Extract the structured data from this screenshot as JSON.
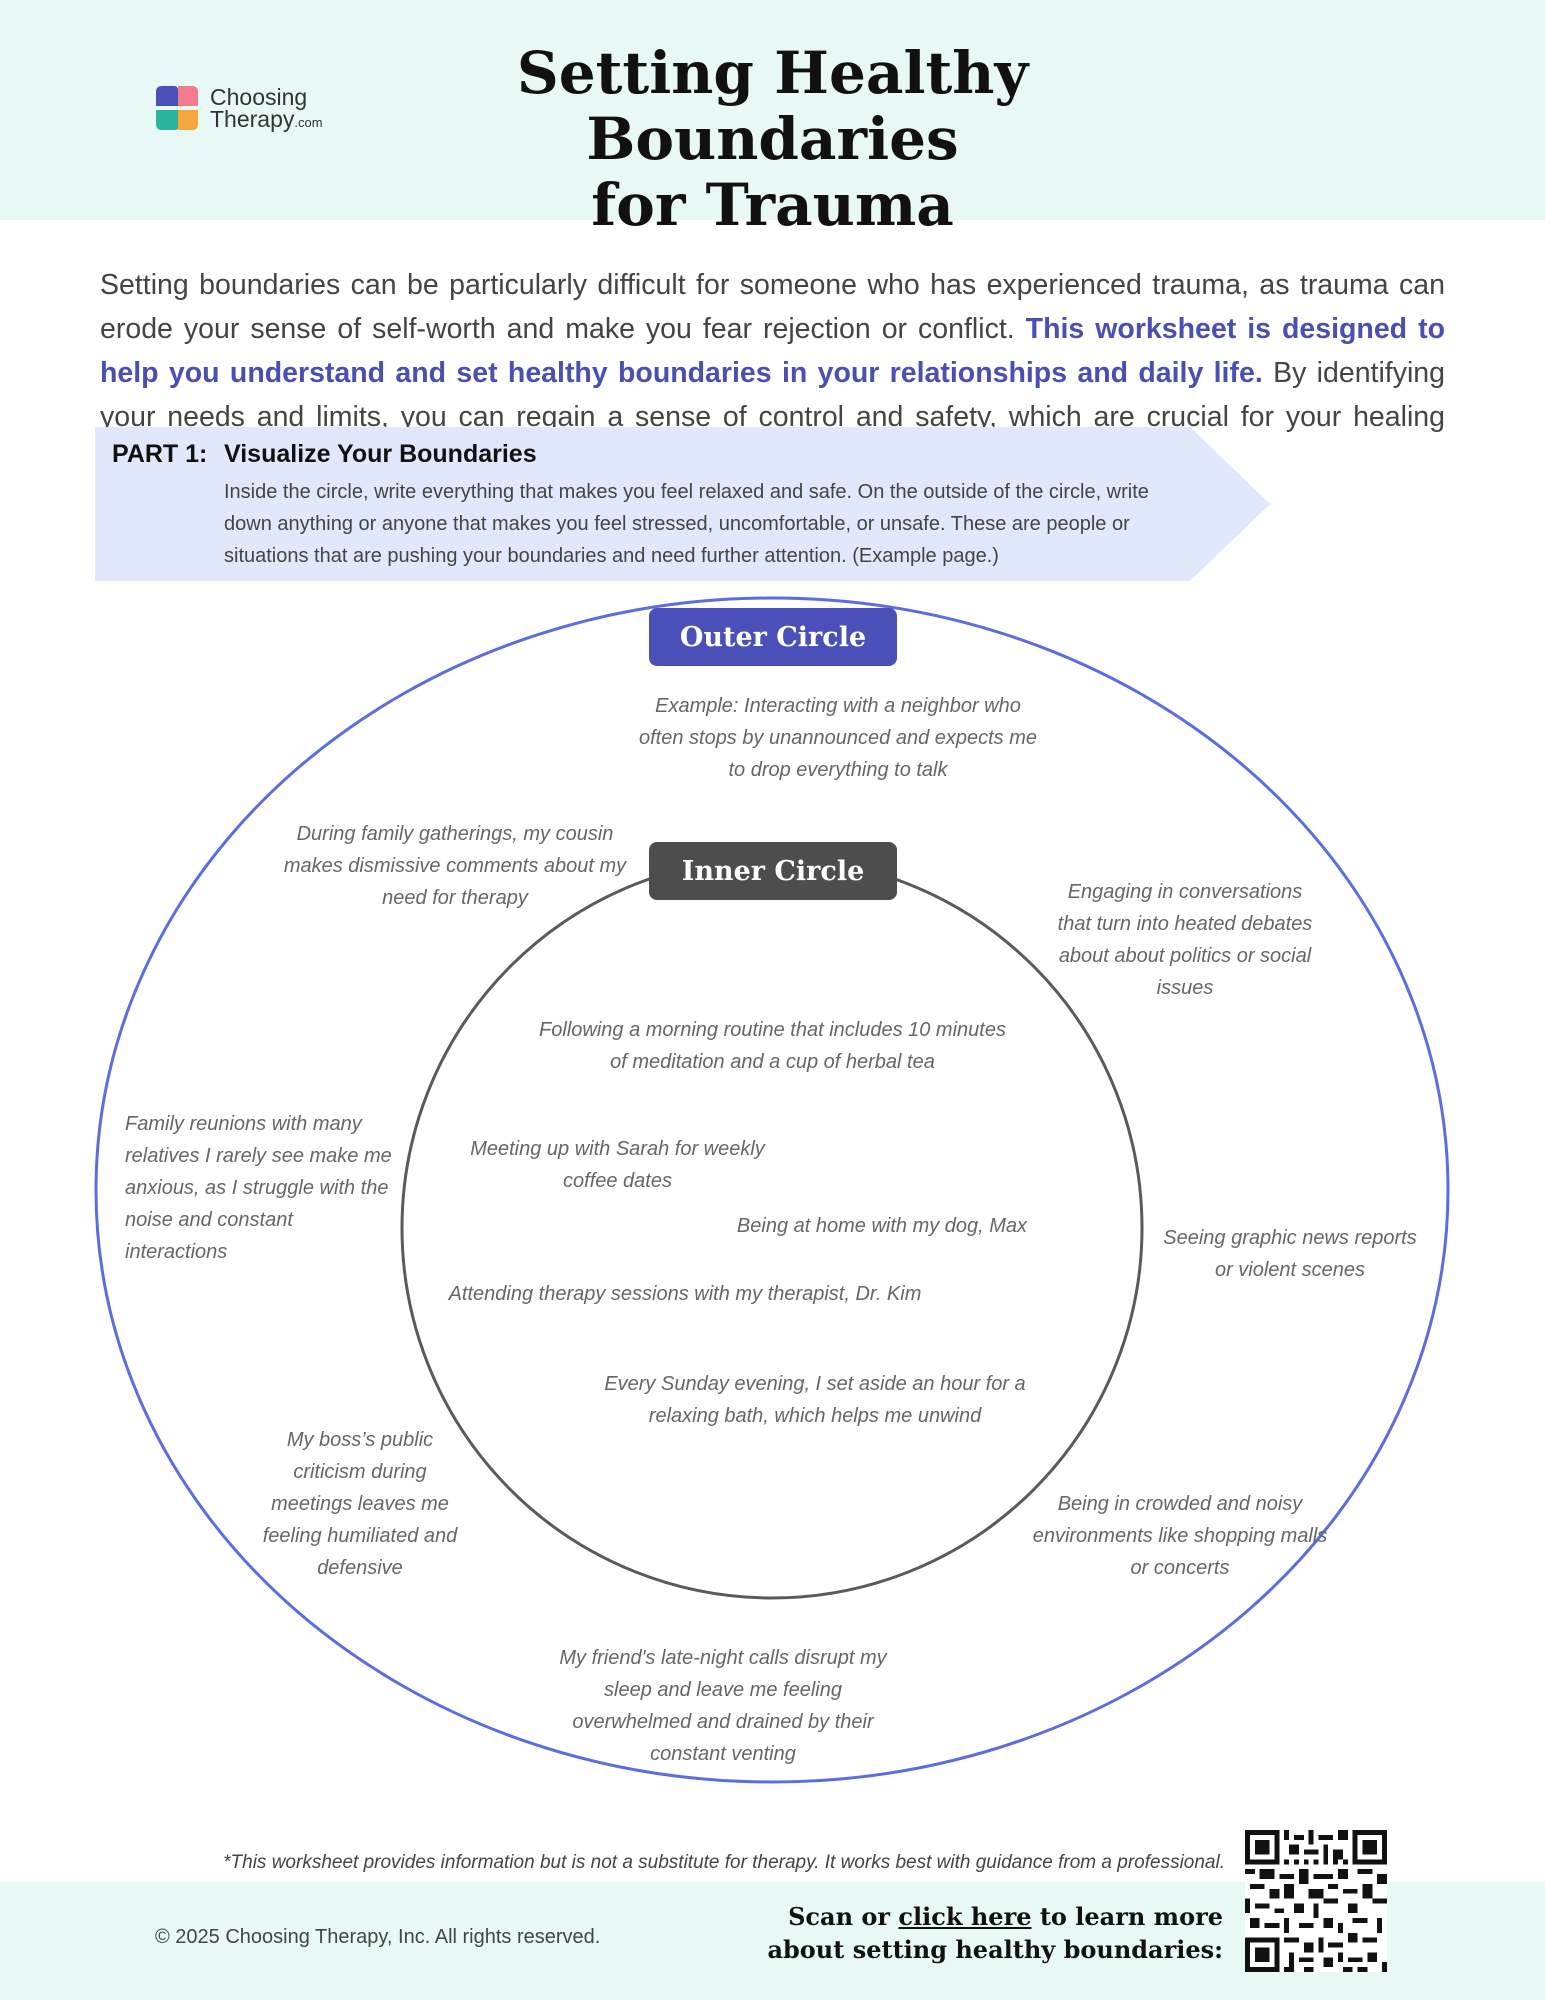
{
  "brand": {
    "logo_line1": "Choosing",
    "logo_line2": "Therapy",
    "logo_suffix": ".com",
    "colors": {
      "header_bg": "#e8f8f5",
      "accent_blue": "#4a50b8",
      "outer_circle": "#5b6ee1",
      "inner_circle": "#5a5a5a",
      "banner_bg": "#e2e8fb"
    }
  },
  "header": {
    "title_line1": "Setting Healthy Boundaries",
    "title_line2": "for Trauma"
  },
  "intro": {
    "part1": "Setting boundaries can be particularly difficult for someone who has experienced trauma, as trauma can erode your sense of self-worth and make you fear rejection or conflict. ",
    "highlight": "This worksheet is designed to help you understand and set healthy boundaries in your relationships and daily life.",
    "part2": " By identifying your needs and limits, you can regain a sense of control and safety, which are crucial for your healing process."
  },
  "part1": {
    "label": "PART 1:",
    "title": "Visualize Your Boundaries",
    "description": "Inside the circle, write everything that makes you feel relaxed and safe. On the outside of the circle, write down anything or anyone that makes you feel stressed, uncomfortable, or unsafe. These are people or situations that are pushing your boundaries and need further attention. (Example page.)"
  },
  "diagram": {
    "outer_label": "Outer Circle",
    "inner_label": "Inner Circle",
    "outer_items": [
      "Example: Interacting with a neighbor who often stops by unannounced and expects me to drop everything to talk",
      "During family gatherings, my cousin makes dismissive comments about my need for therapy",
      "Engaging in conversations that turn into heated debates about about politics or social issues",
      "Family reunions with many relatives I rarely see make me anxious, as I struggle with the noise and constant interactions",
      "Seeing graphic news reports or violent scenes",
      "My boss’s public criticism during meetings leaves me feeling humiliated and defensive",
      "Being in crowded and noisy environments like shopping malls or concerts",
      "My friend's late-night calls disrupt my sleep and leave me feeling overwhelmed and drained by their constant venting"
    ],
    "inner_items": [
      "Following a morning routine that includes 10 minutes of meditation and a cup of herbal tea",
      "Meeting up with Sarah for weekly coffee dates",
      "Being at home with my dog, Max",
      "Attending therapy sessions with my therapist, Dr. Kim",
      "Every Sunday evening, I set aside an hour for a relaxing bath, which helps me unwind"
    ]
  },
  "footer": {
    "disclaimer": "*This worksheet provides information but is not a substitute for therapy. It works best with guidance from a professional.",
    "copyright": "© 2025 Choosing Therapy, Inc. All rights reserved.",
    "cta_prefix": "Scan or ",
    "cta_link": "click here",
    "cta_suffix": " to learn more",
    "cta_line2": "about setting healthy boundaries:",
    "qr_icon": "qr-code-icon"
  }
}
